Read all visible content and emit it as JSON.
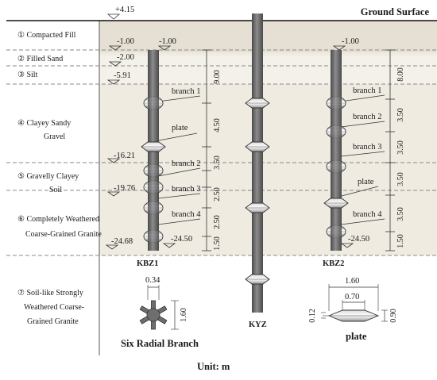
{
  "header": {
    "ground_surface": "Ground Surface",
    "ground_elevation": "+4.15"
  },
  "layers": [
    {
      "id": "layer-1",
      "lines": [
        "① Compacted Fill"
      ],
      "elevation": "-1.00"
    },
    {
      "id": "layer-2",
      "lines": [
        "② Filled Sand"
      ],
      "elevation": "-2.00"
    },
    {
      "id": "layer-3",
      "lines": [
        "③ Silt"
      ],
      "elevation": "-5.91"
    },
    {
      "id": "layer-4",
      "lines": [
        "④ Clayey Sandy",
        "Gravel"
      ],
      "elevation": "-16.21"
    },
    {
      "id": "layer-5",
      "lines": [
        "⑤ Gravelly Clayey",
        "Soil"
      ],
      "elevation": "-19.76"
    },
    {
      "id": "layer-6",
      "lines": [
        "⑥ Completely Weathered",
        "Coarse-Grained Granite"
      ],
      "elevation": "-24.68"
    },
    {
      "id": "layer-7",
      "lines": [
        "⑦ Soil-like Strongly",
        "Weathered Coarse-",
        "Grained Granite"
      ],
      "elevation": ""
    }
  ],
  "piles": {
    "kbz1": {
      "name": "KBZ1",
      "top": "-1.00",
      "bottom": "-24.50",
      "labels": [
        "branch 1",
        "plate",
        "branch 2",
        "branch 3",
        "branch 4"
      ],
      "dims": [
        "9.00",
        "4.50",
        "3.50",
        "2.50",
        "2.50",
        "1.50"
      ]
    },
    "kbz2": {
      "name": "KBZ2",
      "top": "-1.00",
      "bottom": "-24.50",
      "labels": [
        "branch 1",
        "branch 2",
        "branch 3",
        "plate",
        "branch 4"
      ],
      "dims": [
        "8.00",
        "3.50",
        "3.50",
        "3.50",
        "3.50",
        "1.50"
      ]
    },
    "kyz": {
      "name": "KYZ"
    }
  },
  "details": {
    "six_radial": {
      "title": "Six Radial Branch",
      "width": "0.34",
      "height": "1.60"
    },
    "plate": {
      "title": "plate",
      "outer": "1.60",
      "inner": "0.70",
      "thickness": "0.12",
      "height": "0.90"
    }
  },
  "footer": {
    "unit": "Unit: m"
  },
  "colors": {
    "pile": "#6e6e6e",
    "sand_bg": "#ece8dd",
    "dash": "#888888"
  }
}
